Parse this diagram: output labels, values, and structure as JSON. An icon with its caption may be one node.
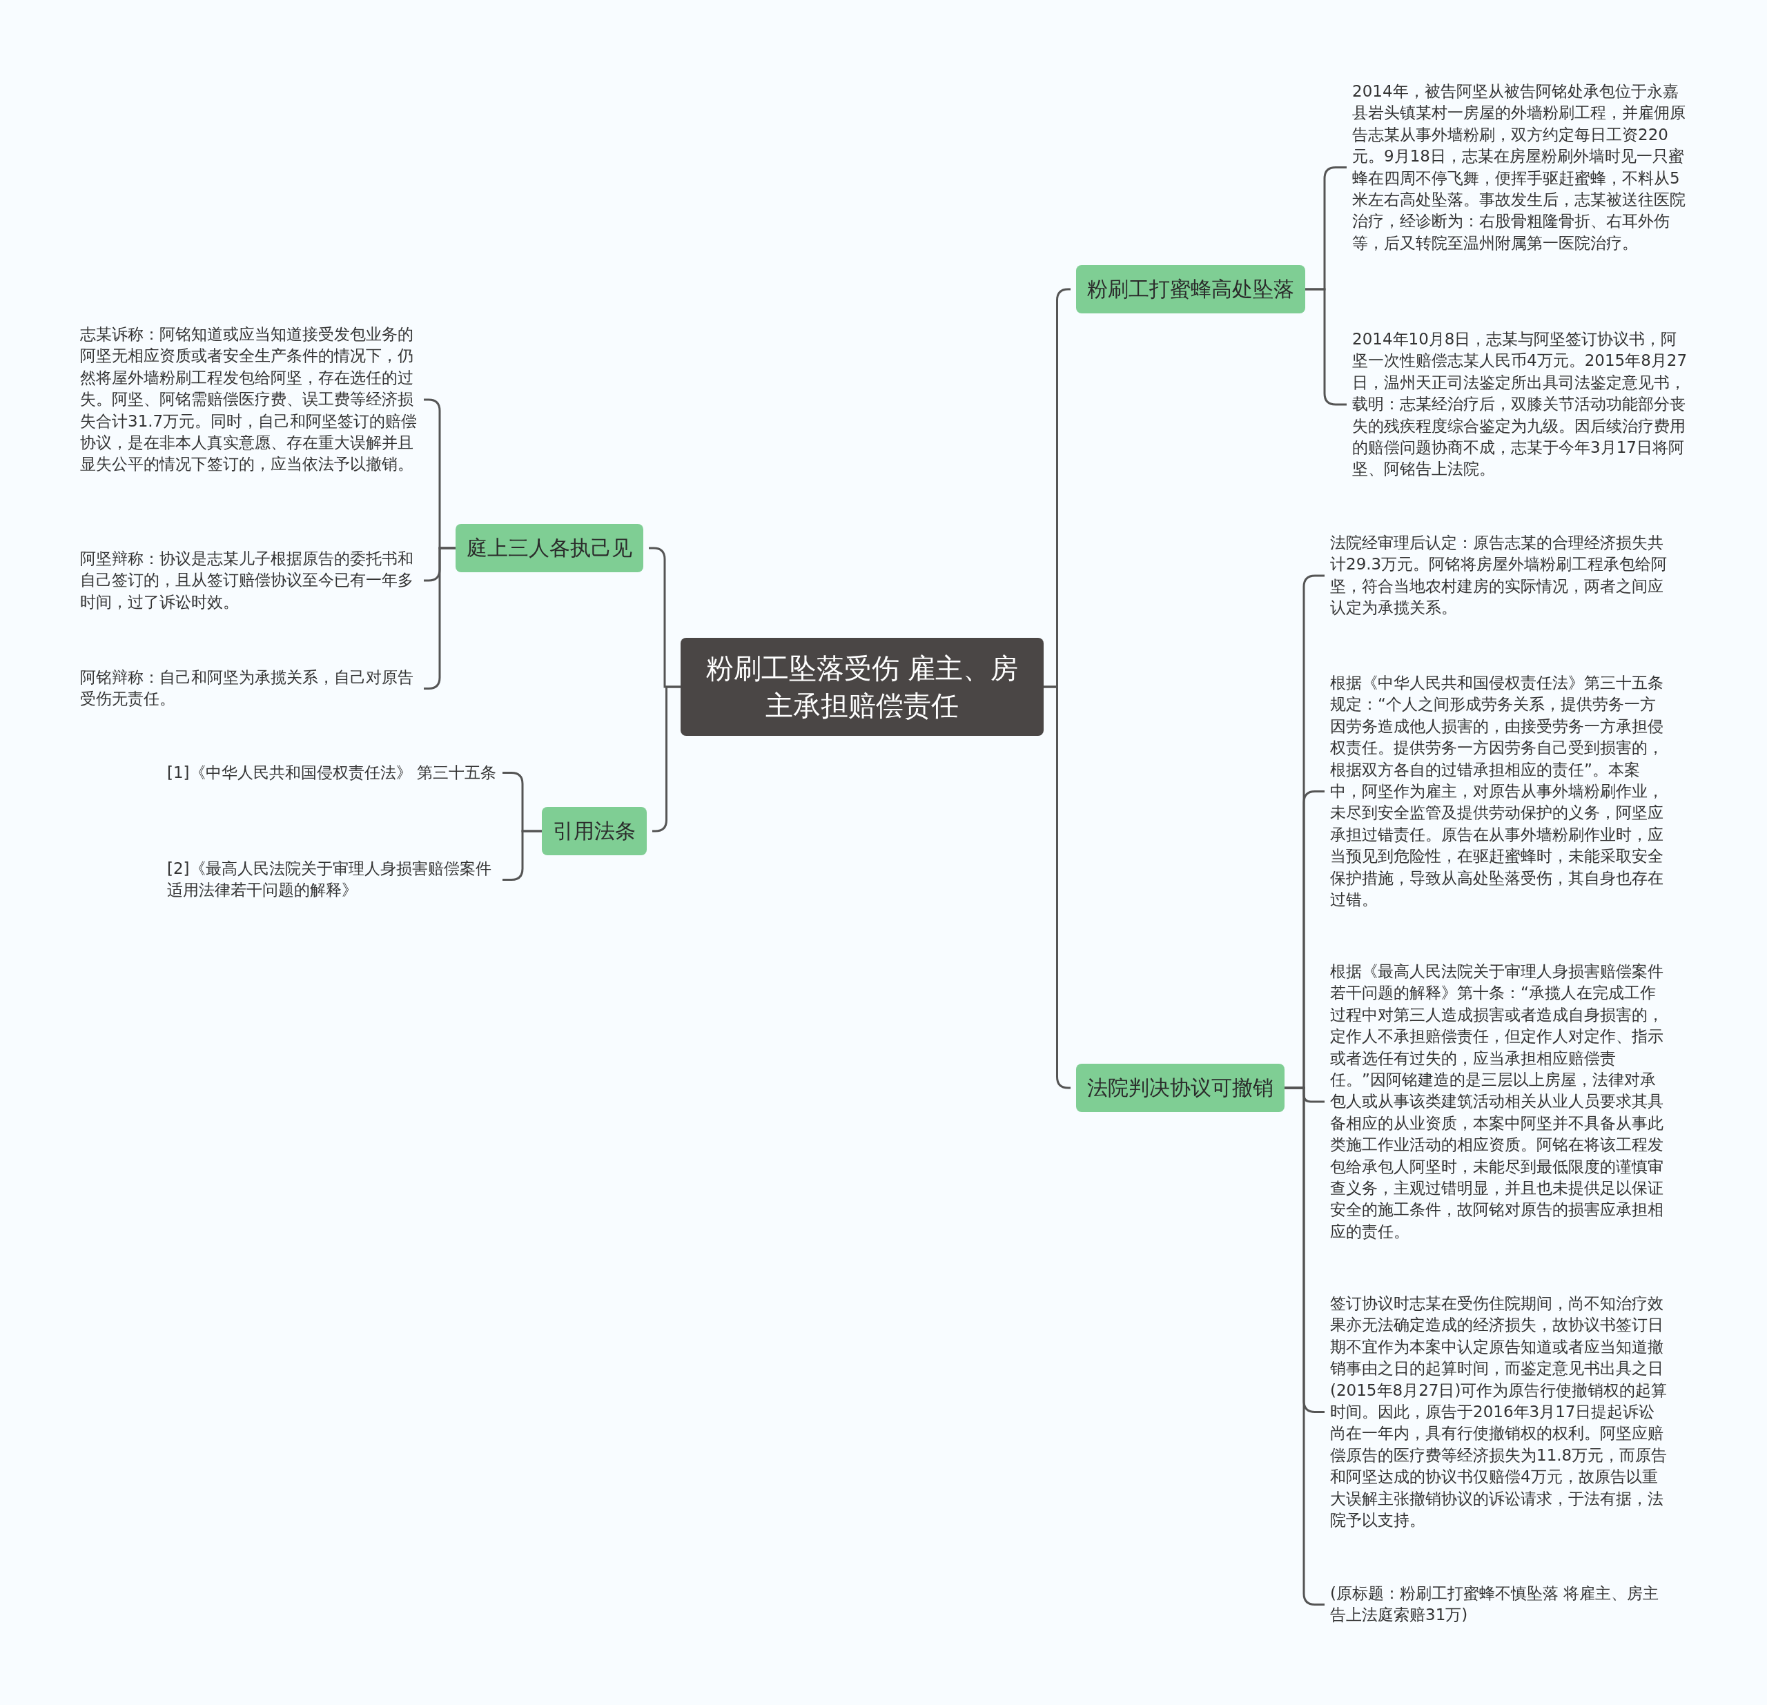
{
  "diagram": {
    "nodes": [
      {
        "text": [
          "粉刷工坠落受伤 雇主、房主承担赔偿责任"
        ]
      },
      {
        "text": [
          "粉刷工打蜜蜂高处坠落"
        ]
      },
      {
        "text": [
          "2014年，被告阿坚从被告阿铭处承包位于永嘉县岩头镇某村一房屋的外墙粉刷工程，并雇佣原告志某从事外墙粉刷，双方约定每日工资220元。9月18日，志某在房屋粉刷外墙时见一只蜜蜂在四周不停飞舞，便挥手驱赶蜜蜂，不料从5米左右高处坠落。事故发生后，志某被送往医院治疗，经诊断为：右股骨粗隆骨折、右耳外伤等，后又转院至温州附属第一医院治疗。"
        ]
      },
      {
        "text": [
          "2014年10月8日，志某与阿坚签订协议书，阿坚一次性赔偿志某人民币4万元。2015年8月27日，温州天正司法鉴定所出具司法鉴定意见书，载明：志某经治疗后，双膝关节活动功能部分丧失的残疾程度综合鉴定为九级。因后续治疗费用的赔偿问题协商不成，志某于今年3月17日将阿坚、阿铭告上法院。"
        ]
      },
      {
        "text": [
          "法院判决协议可撤销"
        ]
      },
      {
        "text": [
          "法院经审理后认定：原告志某的合理经济损失共计29.3万元。阿铭将房屋外墙粉刷工程承包给阿坚，符合当地农村建房的实际情况，两者之间应认定为承揽关系。"
        ]
      },
      {
        "text": [
          "根据《中华人民共和国侵权责任法》第三十五条规定：“个人之间形成劳务关系，提供劳务一方因劳务造成他人损害的，由接受劳务一方承担侵权责任。提供劳务一方因劳务自己受到损害的，根据双方各自的过错承担相应的责任”。本案中，阿坚作为雇主，对原告从事外墙粉刷作业，未尽到安全监管及提供劳动保护的义务，阿坚应承担过错责任。原告在从事外墙粉刷作业时，应当预见到危险性，在驱赶蜜蜂时，未能采取安全保护措施，导致从高处坠落受伤，其自身也存在过错。"
        ]
      },
      {
        "text": [
          "根据《最高人民法院关于审理人身损害赔偿案件若干问题的解释》第十条：“承揽人在完成工作过程中对第三人造成损害或者造成自身损害的，定作人不承担赔偿责任，但定作人对定作、指示或者选任有过失的，应当承担相应赔偿责任。”因阿铭建造的是三层以上房屋，法律对承包人或从事该类建筑活动相关从业人员要求其具备相应的从业资质，本案中阿坚并不具备从事此类施工作业活动的相应资质。阿铭在将该工程发包给承包人阿坚时，未能尽到最低限度的谨慎审查义务，主观过错明显，并且也未提供足以保证安全的施工条件，故阿铭对原告的损害应承担相应的责任。"
        ]
      },
      {
        "text": [
          "签订协议时志某在受伤住院期间，尚不知治疗效果亦无法确定造成的经济损失，故协议书签订日期不宜作为本案中认定原告知道或者应当知道撤销事由之日的起算时间，而鉴定意见书出具之日(2015年8月27日)可作为原告行使撤销权的起算时间。因此，原告于2016年3月17日提起诉讼尚在一年内，具有行使撤销权的权利。阿坚应赔偿原告的医疗费等经济损失为11.8万元，而原告和阿坚达成的协议书仅赔偿4万元，故原告以重大误解主张撤销协议的诉讼请求，于法有据，法院予以支持。"
        ]
      },
      {
        "text": [
          "(原标题：粉刷工打蜜蜂不慎坠落 将雇主、房主告上法庭索赔31万)"
        ]
      },
      {
        "text": [
          "庭上三人各执己见"
        ]
      },
      {
        "text": [
          "志某诉称：阿铭知道或应当知道接受发包业务的阿坚无相应资质或者安全生产条件的情况下，仍然将屋外墙粉刷工程发包给阿坚，存在选任的过失。阿坚、阿铭需赔偿医疗费、误工费等经济损失合计31.7万元。同时，自己和阿坚签订的赔偿协议，是在非本人真实意愿、存在重大误解并且显失公平的情况下签订的，应当依法予以撤销。"
        ]
      },
      {
        "text": [
          "阿坚辩称：协议是志某儿子根据原告的委托书和自己签订的，且从签订赔偿协议至今已有一年多时间，过了诉讼时效。"
        ]
      },
      {
        "text": [
          "阿铭辩称：自己和阿坚为承揽关系，自己对原告受伤无责任。"
        ]
      },
      {
        "text": [
          "引用法条"
        ]
      },
      {
        "text": [
          "[1]《中华人民共和国侵权责任法》 第三十五条"
        ]
      },
      {
        "text": [
          "[2]《最高人民法院关于审理人身损害赔偿案件适用法律若干问题的解释》"
        ]
      }
    ],
    "edges": [
      {
        "from": 0,
        "to": 1,
        "arrow": "none"
      },
      {
        "from": 0,
        "to": 4,
        "arrow": "none"
      },
      {
        "from": 0,
        "to": 10,
        "arrow": "none"
      },
      {
        "from": 0,
        "to": 14,
        "arrow": "none"
      },
      {
        "from": 1,
        "to": 2,
        "arrow": "none"
      },
      {
        "from": 1,
        "to": 3,
        "arrow": "none"
      },
      {
        "from": 4,
        "to": 5,
        "arrow": "none"
      },
      {
        "from": 4,
        "to": 6,
        "arrow": "none"
      },
      {
        "from": 4,
        "to": 7,
        "arrow": "none"
      },
      {
        "from": 4,
        "to": 8,
        "arrow": "none"
      },
      {
        "from": 4,
        "to": 9,
        "arrow": "none"
      },
      {
        "from": 10,
        "to": 11,
        "arrow": "none"
      },
      {
        "from": 10,
        "to": 12,
        "arrow": "none"
      },
      {
        "from": 10,
        "to": 13,
        "arrow": "none"
      },
      {
        "from": 14,
        "to": 15,
        "arrow": "none"
      },
      {
        "from": 14,
        "to": 16,
        "arrow": "none"
      }
    ]
  }
}
